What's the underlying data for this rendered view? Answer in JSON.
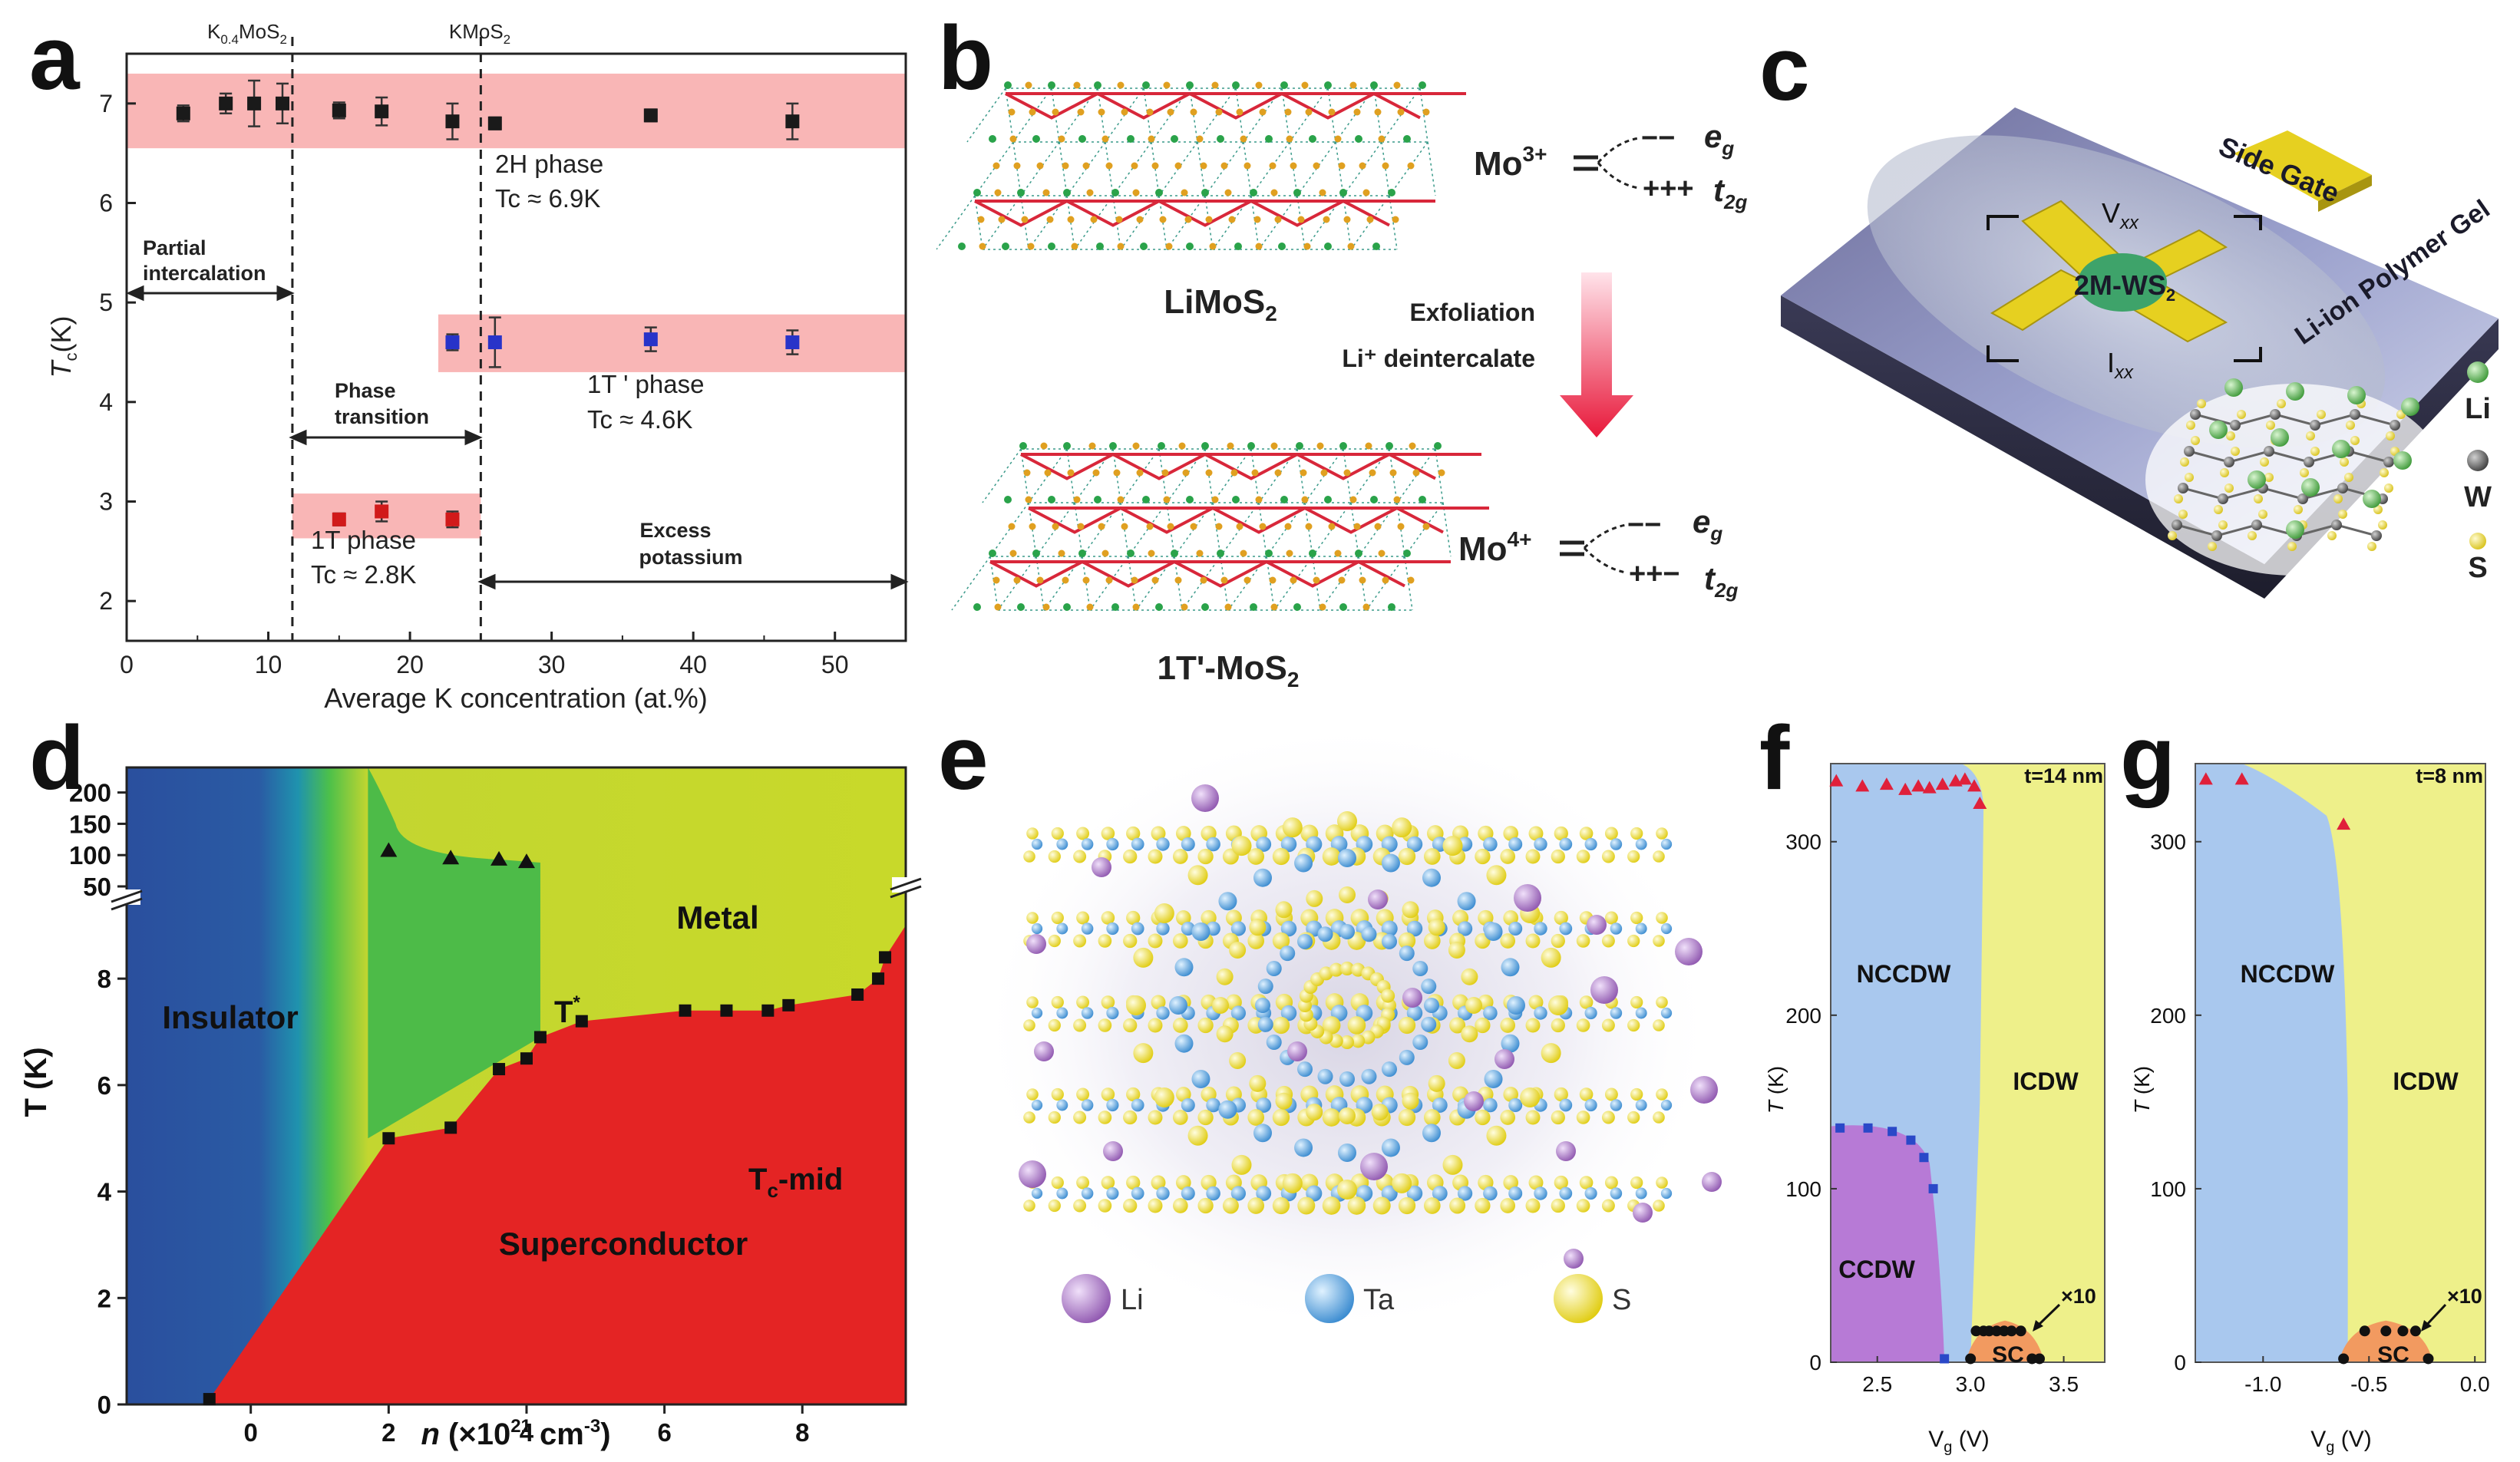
{
  "labels": {
    "a": "a",
    "b": "b",
    "c": "c",
    "d": "d",
    "e": "e",
    "f": "f",
    "g": "g"
  },
  "chart_data": [
    {
      "panel": "a",
      "type": "scatter",
      "xlabel": "Average K concentration (at.%)",
      "ylabel": "Tc(K)",
      "xlim": [
        0,
        55
      ],
      "ylim": [
        1.6,
        7.5
      ],
      "xticks": [
        "0",
        "10",
        "20",
        "30",
        "40",
        "50"
      ],
      "yticks": [
        "2",
        "3",
        "4",
        "5",
        "6",
        "7"
      ],
      "top_labels": [
        "K0.4MoS2",
        "KMoS2"
      ],
      "vlines": [
        11.7,
        25
      ],
      "bands": [
        {
          "x": [
            0,
            55
          ],
          "y": [
            6.55,
            7.3
          ]
        },
        {
          "x": [
            22,
            55
          ],
          "y": [
            4.3,
            4.88
          ]
        },
        {
          "x": [
            11.7,
            25
          ],
          "y": [
            2.63,
            3.08
          ]
        }
      ],
      "series": [
        {
          "color": "#1a1a1a",
          "x": [
            4,
            7,
            9,
            11,
            15,
            18,
            23,
            26,
            37,
            47
          ],
          "y": [
            6.9,
            7.0,
            7.0,
            7.0,
            6.93,
            6.92,
            6.82,
            6.8,
            6.88,
            6.82
          ],
          "err": [
            0.08,
            0.1,
            0.23,
            0.2,
            0.08,
            0.14,
            0.18,
            0.06,
            0.06,
            0.18
          ]
        },
        {
          "color": "#2833c9",
          "x": [
            23,
            26,
            37,
            47
          ],
          "y": [
            4.6,
            4.6,
            4.63,
            4.6
          ],
          "err": [
            0.08,
            0.25,
            0.12,
            0.12
          ]
        },
        {
          "color": "#d11a1a",
          "x": [
            15,
            18,
            23
          ],
          "y": [
            2.82,
            2.9,
            2.82
          ],
          "err": [
            0.06,
            0.1,
            0.08
          ]
        }
      ],
      "annotations": [
        {
          "text": "2H phase",
          "sub": "Tc ≈ 6.9K"
        },
        {
          "text": "1T ' phase",
          "sub": "Tc ≈ 4.6K"
        },
        {
          "text": "1T phase",
          "sub": "Tc ≈ 2.8K"
        },
        {
          "text": "Partial",
          "text2": "intercalation"
        },
        {
          "text": "Phase",
          "text2": "transition"
        },
        {
          "text": "Excess",
          "text2": "potassium"
        }
      ]
    },
    {
      "panel": "d",
      "type": "heatmap",
      "xlabel": "n (×10²¹ cm⁻³)",
      "ylabel": "T (K)",
      "xlim": [
        -1.8,
        9.5
      ],
      "xticks": [
        "0",
        "2",
        "4",
        "6",
        "8"
      ],
      "yticks_lower": [
        "0",
        "2",
        "4",
        "6",
        "8"
      ],
      "yticks_upper": [
        "50",
        "100",
        "150",
        "200"
      ],
      "regions": [
        "Insulator",
        "Metal",
        "Superconductor",
        "T*",
        "Tc-mid"
      ],
      "tstar": {
        "x": [
          2.0,
          2.9,
          3.6,
          4.0
        ],
        "y": [
          107,
          95,
          93,
          89
        ]
      },
      "tcmid": {
        "x": [
          -0.6,
          2.0,
          2.9,
          3.6,
          4.0,
          4.2,
          4.8,
          6.3,
          6.9,
          7.5,
          7.8,
          8.8,
          9.1,
          9.2
        ],
        "y": [
          0.1,
          5.0,
          5.2,
          6.3,
          6.5,
          6.9,
          7.2,
          7.4,
          7.4,
          7.4,
          7.5,
          7.7,
          8.0,
          8.4
        ]
      }
    },
    {
      "panel": "f",
      "type": "scatter",
      "xlabel": "Vg (V)",
      "ylabel": "T (K)",
      "xlim": [
        2.25,
        3.72
      ],
      "ylim": [
        0,
        345
      ],
      "xticks": [
        "2.5",
        "3.0",
        "3.5"
      ],
      "yticks": [
        "0",
        "100",
        "200",
        "300"
      ],
      "corner_label": "t=14 nm",
      "regions": [
        "NCCDW",
        "ICDW",
        "CCDW",
        "SC",
        "×10"
      ],
      "red": {
        "x": [
          2.28,
          2.42,
          2.55,
          2.65,
          2.72,
          2.78,
          2.85,
          2.92,
          2.97,
          3.02,
          3.05
        ],
        "y": [
          335,
          332,
          333,
          330,
          332,
          331,
          333,
          335,
          336,
          332,
          322
        ]
      },
      "blue": {
        "x": [
          2.3,
          2.45,
          2.58,
          2.68,
          2.75,
          2.8,
          2.86
        ],
        "y": [
          135,
          135,
          133,
          128,
          118,
          100,
          2
        ]
      },
      "black": {
        "x": [
          3.0,
          3.03,
          3.07,
          3.1,
          3.14,
          3.18,
          3.22,
          3.27,
          3.33,
          3.37
        ],
        "y": [
          2,
          18,
          18,
          18,
          18,
          18,
          18,
          18,
          2,
          2
        ]
      }
    },
    {
      "panel": "g",
      "type": "scatter",
      "xlabel": "Vg (V)",
      "ylabel": "T (K)",
      "xlim": [
        -1.32,
        0.05
      ],
      "ylim": [
        0,
        345
      ],
      "xticks": [
        "-1.0",
        "-0.5",
        "0.0"
      ],
      "yticks": [
        "0",
        "100",
        "200",
        "300"
      ],
      "corner_label": "t=8 nm",
      "regions": [
        "NCCDW",
        "ICDW",
        "SC",
        "×10"
      ],
      "red": {
        "x": [
          -1.27,
          -1.1,
          -0.62
        ],
        "y": [
          336,
          336,
          310
        ]
      },
      "black": {
        "x": [
          -0.62,
          -0.52,
          -0.42,
          -0.34,
          -0.28,
          -0.22
        ],
        "y": [
          2,
          18,
          18,
          18,
          18,
          2
        ]
      }
    }
  ],
  "panel_b": {
    "top_label": "LiMoS2",
    "bottom_label": "1T'-MoS2",
    "mo3": "Mo3+",
    "mo4": "Mo4+",
    "eg": "eg",
    "t2g": "t2g",
    "t2g_top": "+++",
    "t2g_bottom": "++−",
    "eg_dash": "−−",
    "eg_dash_bottom": "−−",
    "arrow_text1": "Exfoliation",
    "arrow_text2": "Li⁺ deintercalate"
  },
  "panel_c": {
    "side_gate": "Side Gate",
    "gel": "Li-ion Polymer Gel",
    "sample": "2M-WS2",
    "vxx": "Vxx",
    "ixx": "Ixx",
    "legend": [
      "Li",
      "W",
      "S"
    ],
    "colors": {
      "Li": "#6cc26a",
      "W": "#6f6f6f",
      "S": "#e8d838"
    }
  },
  "panel_e": {
    "legend": [
      "Li",
      "Ta",
      "S"
    ],
    "colors": {
      "Li": "#b07cc8",
      "Ta": "#5aa9e0",
      "S": "#f2e23c"
    }
  }
}
